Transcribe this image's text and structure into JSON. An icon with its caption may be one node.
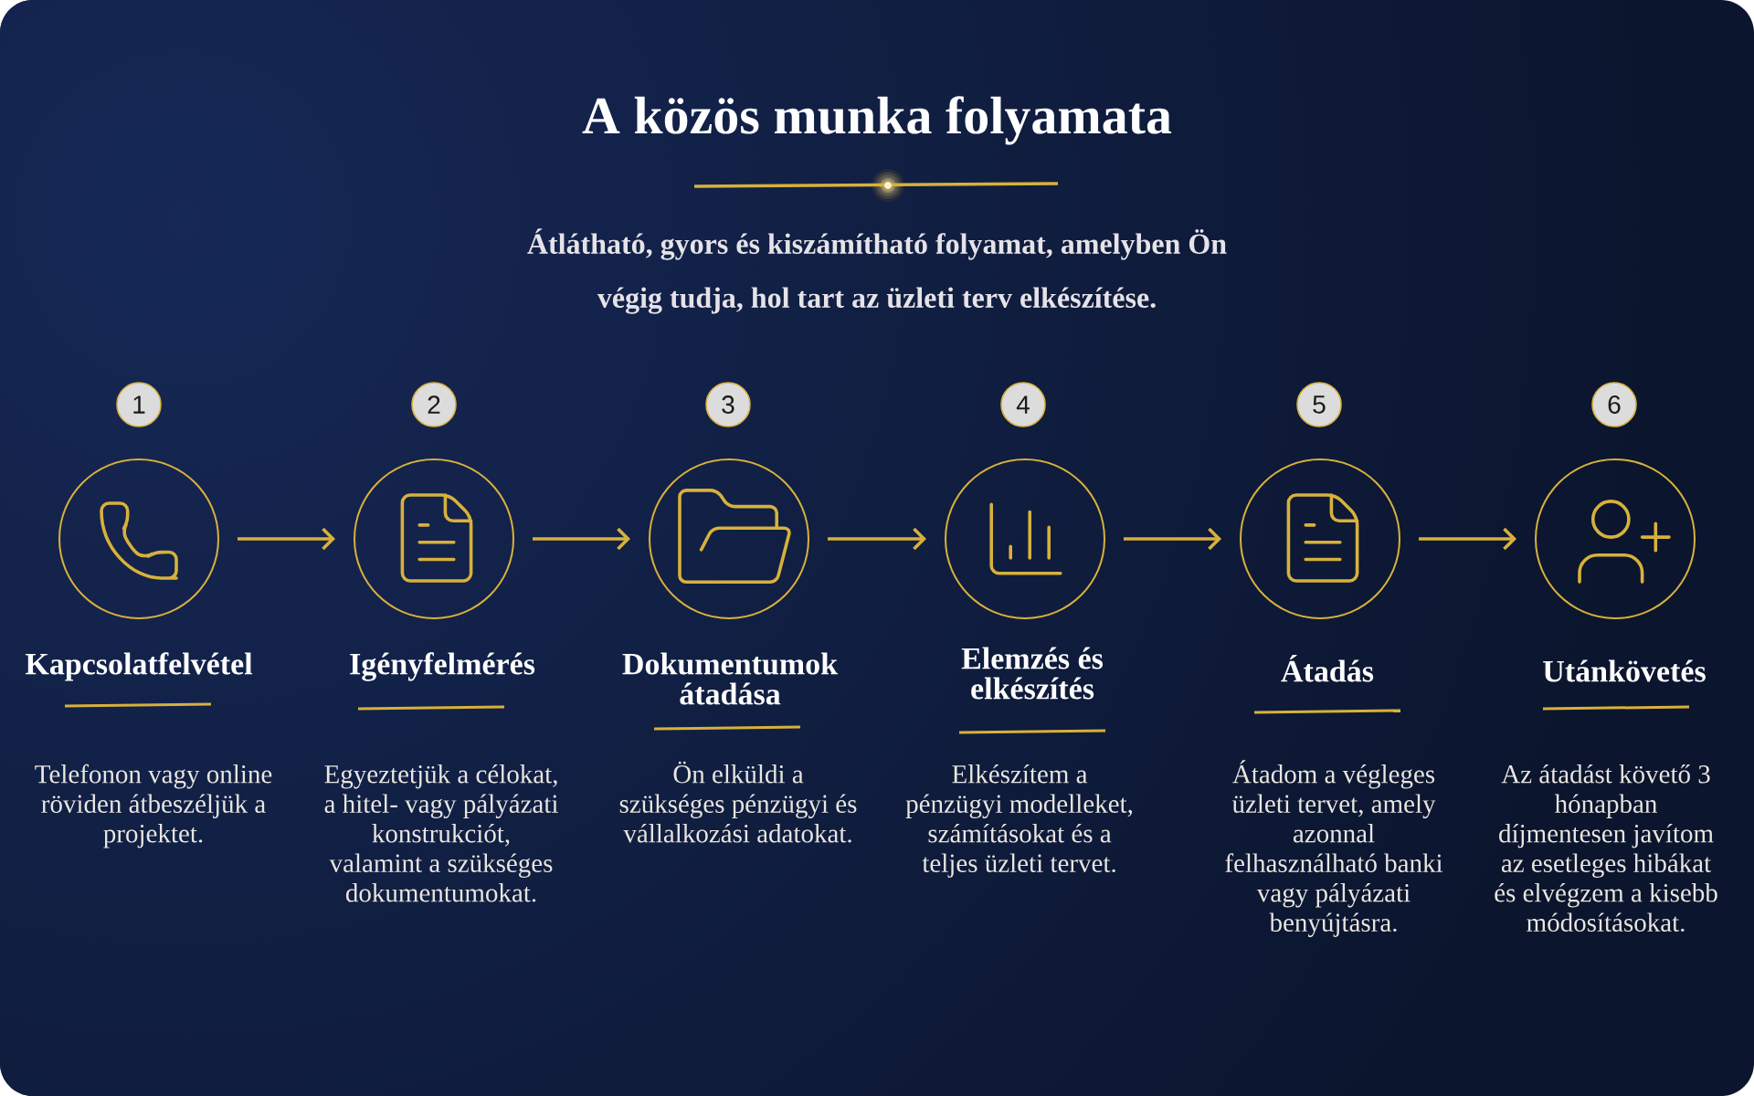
{
  "diagram": {
    "title": "A közös munka folyamata",
    "nodes": [
      {
        "text": [
          "1"
        ]
      },
      {
        "text": [
          "2"
        ]
      },
      {
        "text": [
          "3"
        ]
      },
      {
        "text": [
          "4"
        ]
      },
      {
        "text": [
          "5"
        ]
      },
      {
        "text": [
          "6"
        ]
      },
      {
        "text": [
          "Kapcsolatfelvétel"
        ],
        "beside": [
          "Telefonon vagy online röviden átbeszéljük a projektet."
        ]
      },
      {
        "text": [
          "Igényfelmérés"
        ],
        "beside": [
          "Egyeztetjük a célokat, a hitel- vagy pályázati konstrukciót, valamint a szükséges dokumentumokat."
        ]
      },
      {
        "text": [
          "Dokumentumok átadása"
        ],
        "beside": [
          "Ön elküldi a szükséges pénzügyi és vállalkozási adatokat."
        ]
      },
      {
        "text": [
          "Elemzés és elkészítés"
        ],
        "beside": [
          "Elkészítem a pénzügyi modelleket, számításokat és a teljes üzleti tervet."
        ]
      },
      {
        "text": [
          "Átadás"
        ],
        "beside": [
          "Átadom a végleges üzleti tervet, amely azonnal felhasználható banki vagy pályázati benyújtásra."
        ]
      },
      {
        "text": [
          "Utánkövetés"
        ],
        "beside": [
          "Az átadást követő 3 hónapban díjmentesen javítom az esetleges hibákat és elvégzem a kisebb módosításokat."
        ]
      }
    ],
    "edges": [
      {
        "from": 6,
        "to": 7,
        "arrow": "to"
      },
      {
        "from": 7,
        "to": 8,
        "arrow": "to"
      },
      {
        "from": 8,
        "to": 9,
        "arrow": "to"
      },
      {
        "from": 9,
        "to": 10,
        "arrow": "to"
      },
      {
        "from": 10,
        "to": 11,
        "arrow": "to"
      }
    ],
    "labels": [
      "Átlátható, gyors és kiszámítható folyamat, amelyben Ön végig tudja, hol tart az üzleti terv elkészítése."
    ]
  }
}
